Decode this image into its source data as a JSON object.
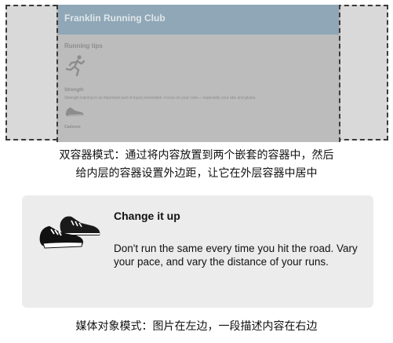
{
  "panel1": {
    "header_title": "Franklin Running Club",
    "section_title": "Running tips",
    "items": [
      {
        "icon": "runner-icon",
        "title": "Strength",
        "text": "Strength training is an important part of injury prevention. Focus on your core— especially your abs and glutes."
      },
      {
        "icon": "shoe-icon",
        "title": "Cadence"
      }
    ],
    "caption_line1": "双容器模式：通过将内容放置到两个嵌套的容器中，然后",
    "caption_line2": "给内层的容器设置外边距，让它在外层容器中居中"
  },
  "panel2": {
    "icon": "running-shoe-icon",
    "title": "Change it up",
    "text": "Don't run the same every time you hit the road. Vary your pace, and vary the distance of your runs.",
    "caption": "媒体对象模式：图片在左边，一段描述内容在右边"
  }
}
